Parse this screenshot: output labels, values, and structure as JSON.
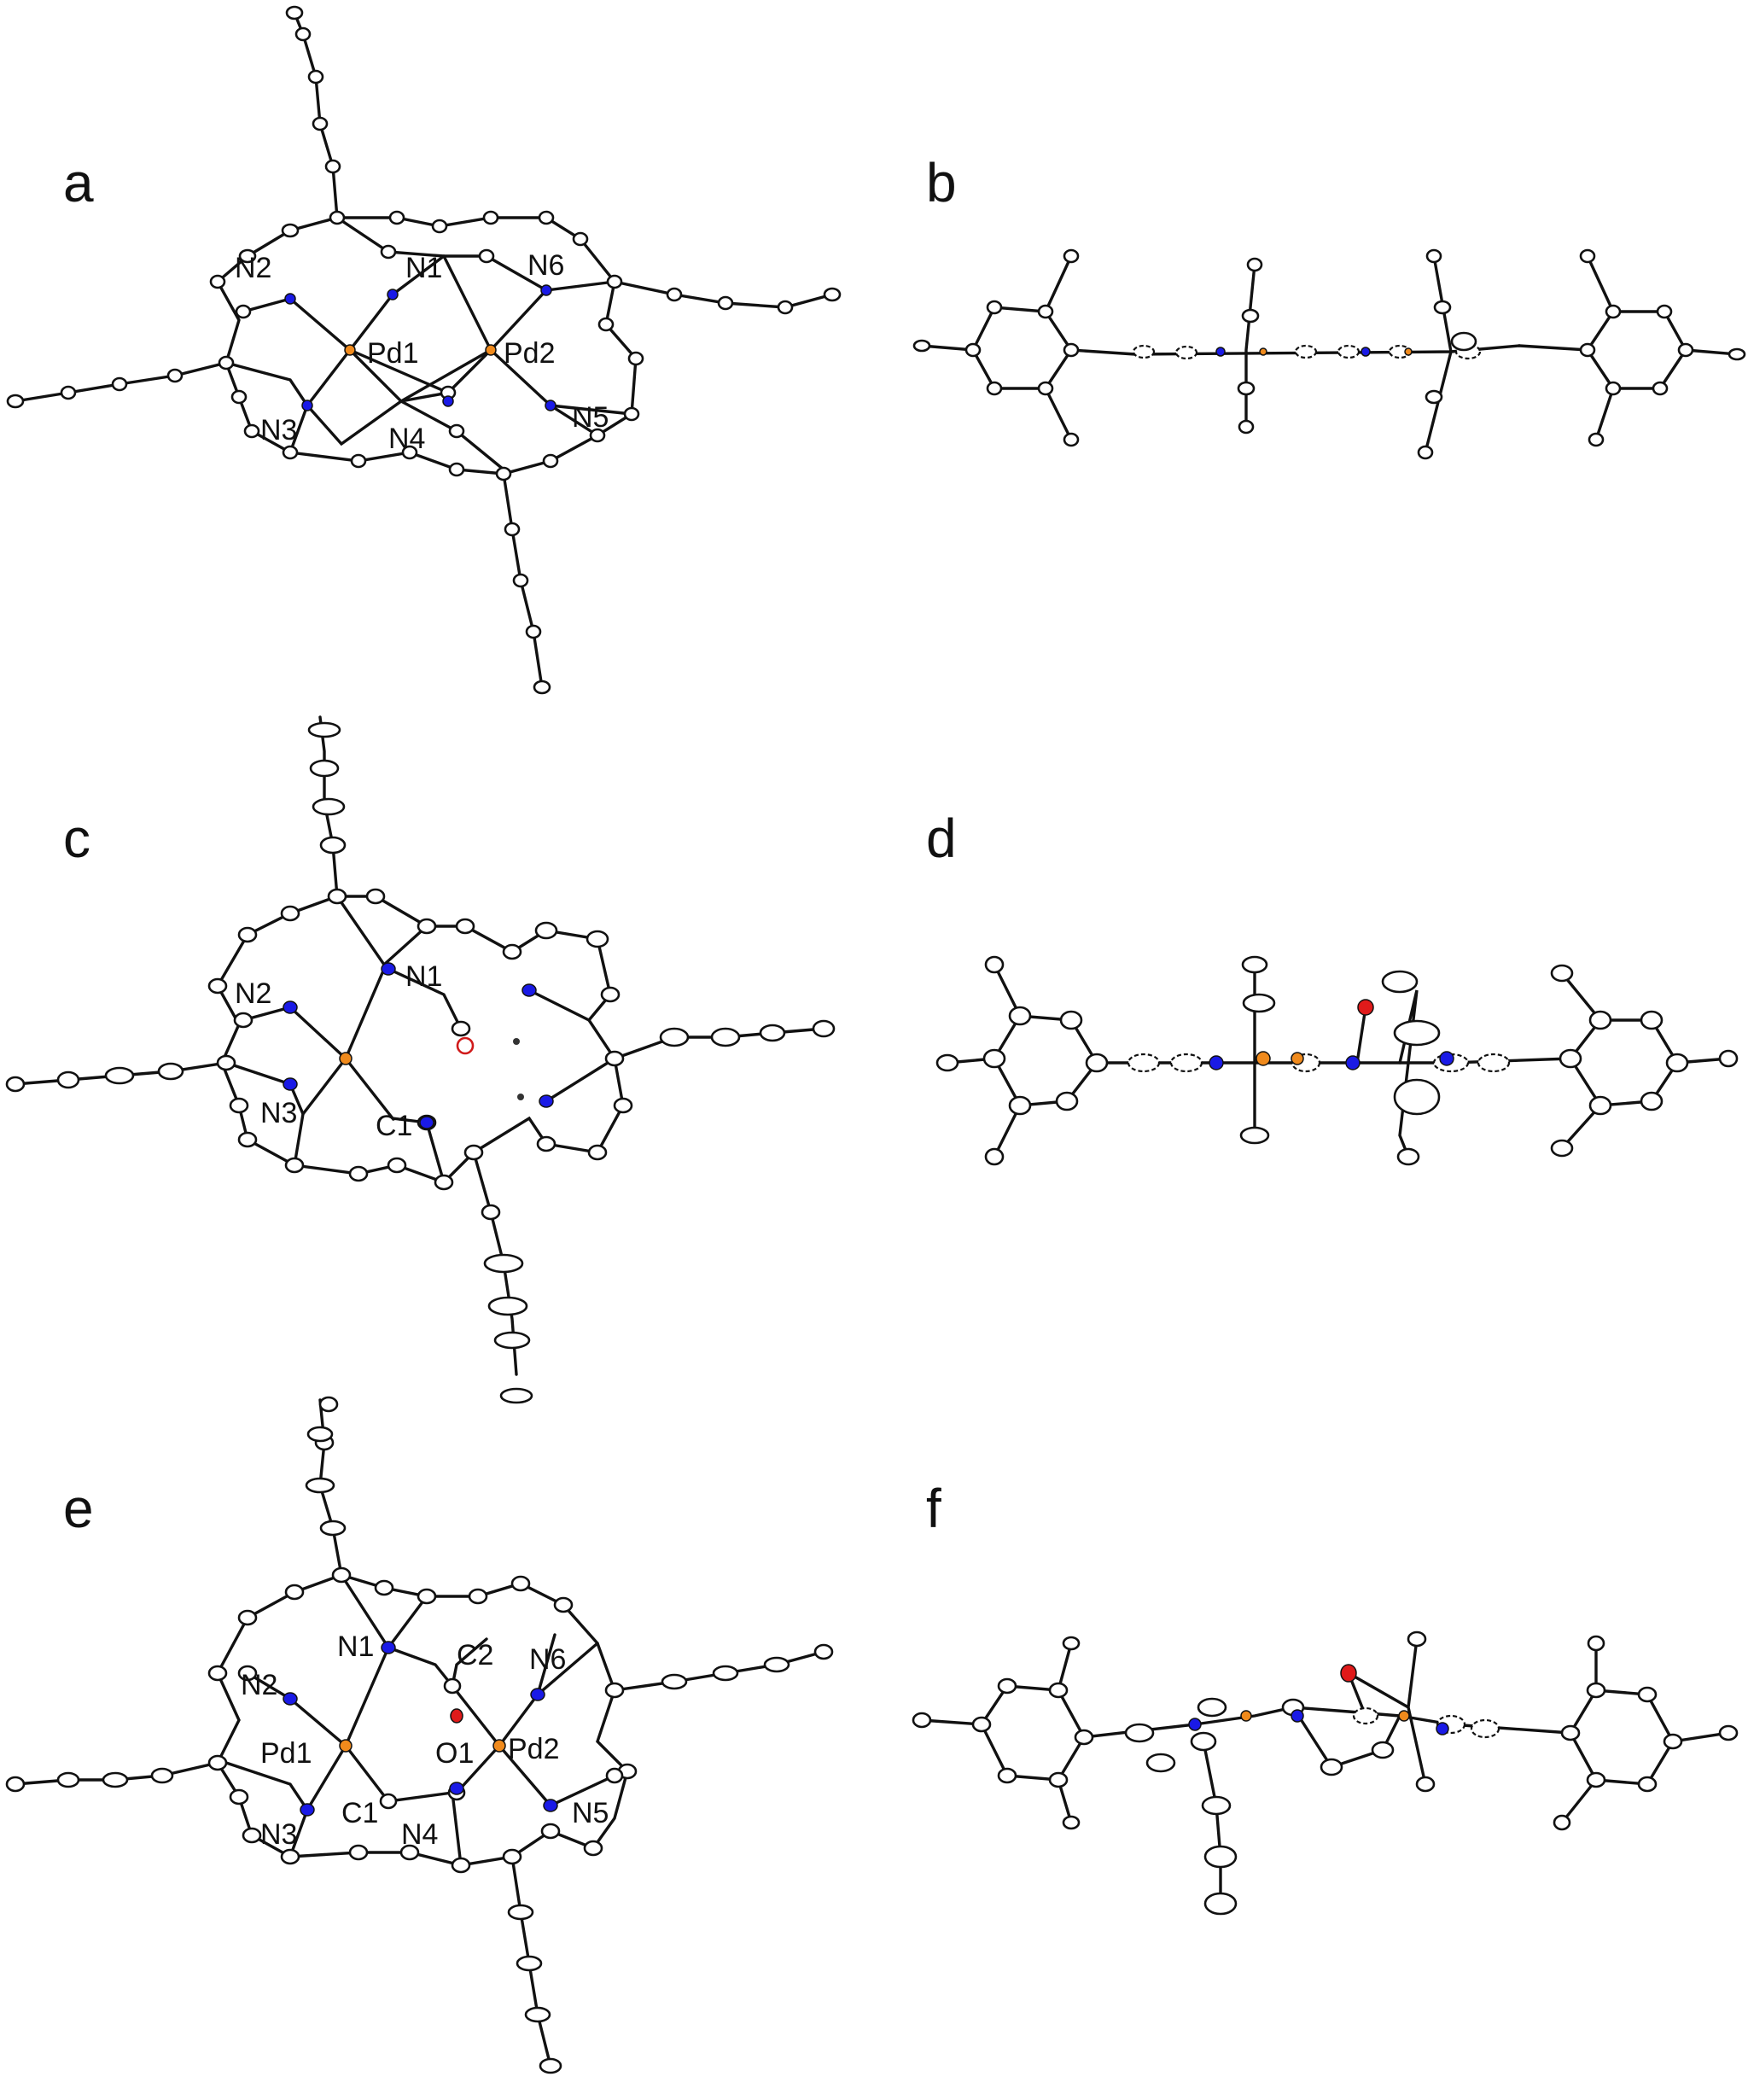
{
  "panels": {
    "a": {
      "letter": "a",
      "labels": [
        "N2",
        "N1",
        "N6",
        "Pd1",
        "Pd2",
        "N3",
        "N4",
        "N5"
      ]
    },
    "b": {
      "letter": "b"
    },
    "c": {
      "letter": "c",
      "labels": [
        "N2",
        "N1",
        "N3",
        "C1"
      ]
    },
    "d": {
      "letter": "d"
    },
    "e": {
      "letter": "e",
      "labels": [
        "N2",
        "N1",
        "C2",
        "N6",
        "Pd1",
        "O1",
        "Pd2",
        "N3",
        "C1",
        "N4",
        "N5"
      ]
    },
    "f": {
      "letter": "f"
    }
  },
  "colors": {
    "nitrogen": "#1a1ae6",
    "palladium": "#f08a1c",
    "oxygen": "#e01a1a",
    "carbon": "#ffffff",
    "bond": "#111111"
  }
}
